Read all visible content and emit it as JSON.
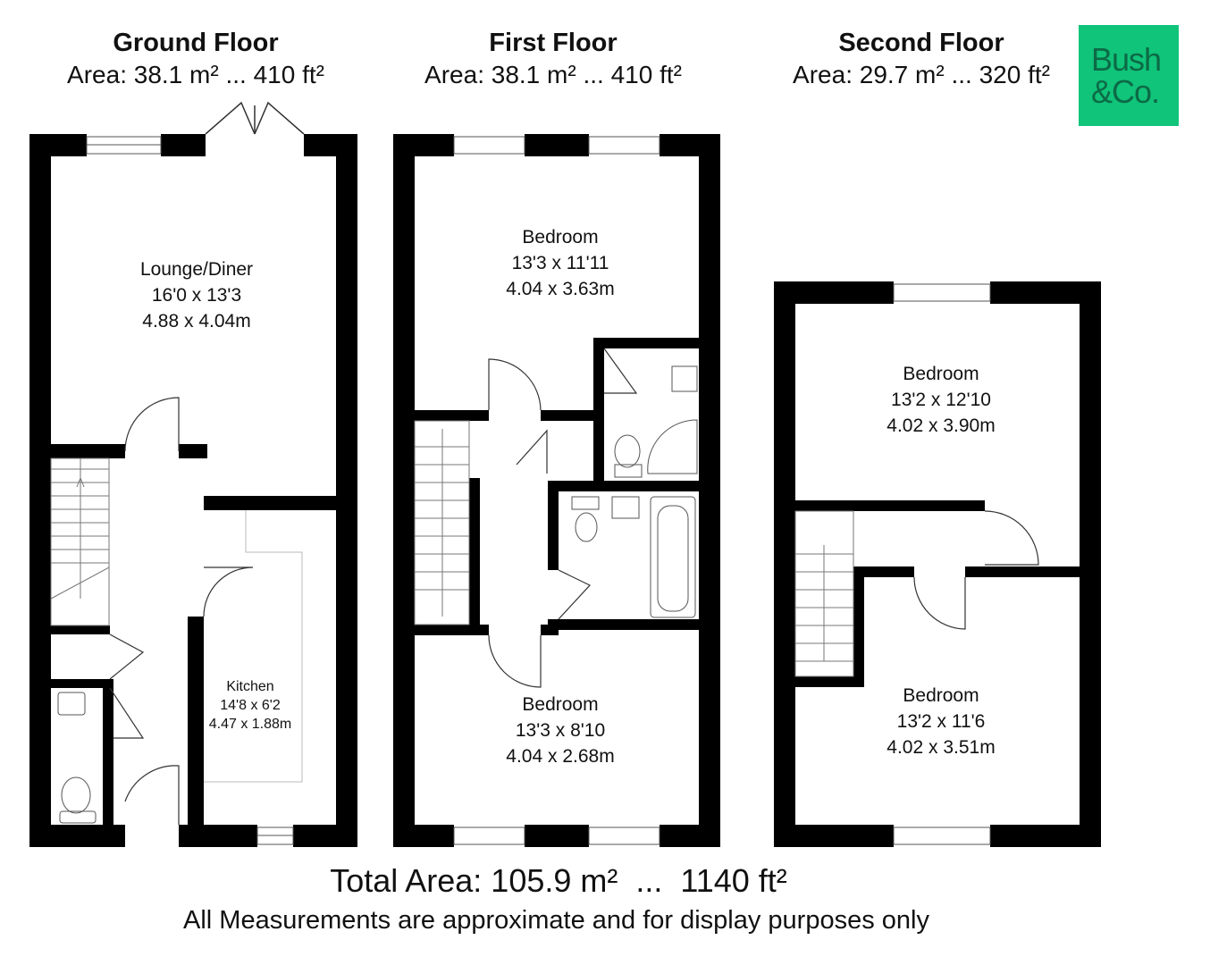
{
  "floors": [
    {
      "title": "Ground Floor",
      "area": "Area: 38.1 m² ... 410 ft²"
    },
    {
      "title": "First Floor",
      "area": "Area: 38.1 m² ... 410 ft²"
    },
    {
      "title": "Second Floor",
      "area": "Area: 29.7 m² ... 320 ft²"
    }
  ],
  "logo": {
    "line1": "Bush",
    "line2": "&Co."
  },
  "rooms": {
    "lounge": {
      "name": "Lounge/Diner",
      "imperial": "16'0 x 13'3",
      "metric": "4.88 x 4.04m"
    },
    "kitchen": {
      "name": "Kitchen",
      "imperial": "14'8 x 6'2",
      "metric": "4.47 x 1.88m"
    },
    "first_bed1": {
      "name": "Bedroom",
      "imperial": "13'3 x 11'11",
      "metric": "4.04 x 3.63m"
    },
    "first_bed2": {
      "name": "Bedroom",
      "imperial": "13'3 x 8'10",
      "metric": "4.04 x 2.68m"
    },
    "second_bed1": {
      "name": "Bedroom",
      "imperial": "13'2 x 12'10",
      "metric": "4.02 x 3.90m"
    },
    "second_bed2": {
      "name": "Bedroom",
      "imperial": "13'2 x 11'6",
      "metric": "4.02 x 3.51m"
    }
  },
  "total": "Total Area: 105.9 m²  ...  1140 ft²",
  "disclaimer": "All Measurements are approximate and for display purposes only",
  "colors": {
    "wall": "#000000",
    "logo_bg": "#10c47a",
    "logo_text": "#0c6a46"
  }
}
